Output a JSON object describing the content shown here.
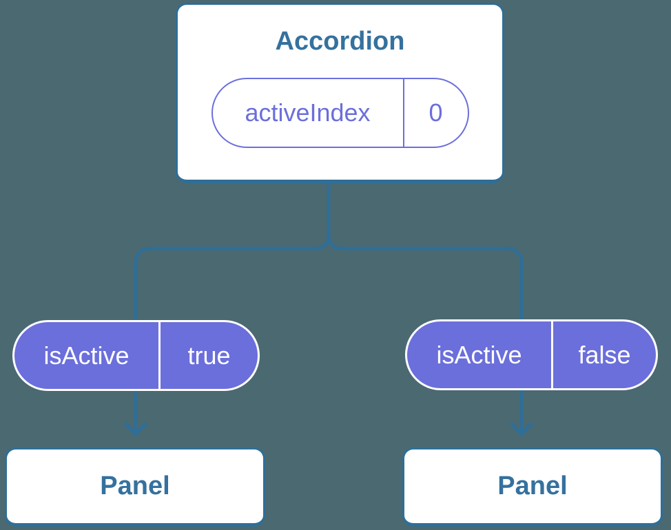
{
  "colors": {
    "bg": "#4B6971",
    "line": "#2F6E97",
    "title": "#35719E",
    "purple": "#6B6FDB",
    "card_bg": "#FFFFFF",
    "pill_text": "#FFFFFF"
  },
  "tree": {
    "root": {
      "label": "Accordion",
      "state": {
        "name": "activeIndex",
        "value": "0"
      }
    },
    "children": [
      {
        "prop": {
          "name": "isActive",
          "value": "true"
        },
        "label": "Panel"
      },
      {
        "prop": {
          "name": "isActive",
          "value": "false"
        },
        "label": "Panel"
      }
    ]
  }
}
